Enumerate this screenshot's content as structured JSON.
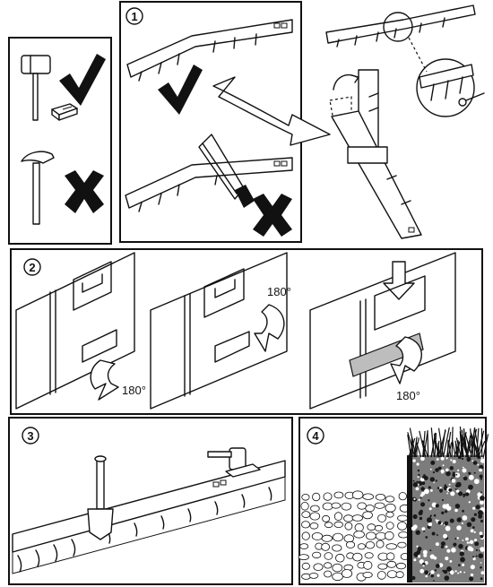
{
  "steps": {
    "s1": "1",
    "s2": "2",
    "s3": "3",
    "s4": "4"
  },
  "rotation": {
    "a": "180°",
    "b": "180°",
    "c": "180°"
  },
  "icons": {
    "correct": "checkmark-icon",
    "wrong": "cross-icon",
    "mallet": "mallet-icon",
    "claw_hammer": "claw-hammer-icon",
    "hacksaw": "hacksaw-icon"
  }
}
